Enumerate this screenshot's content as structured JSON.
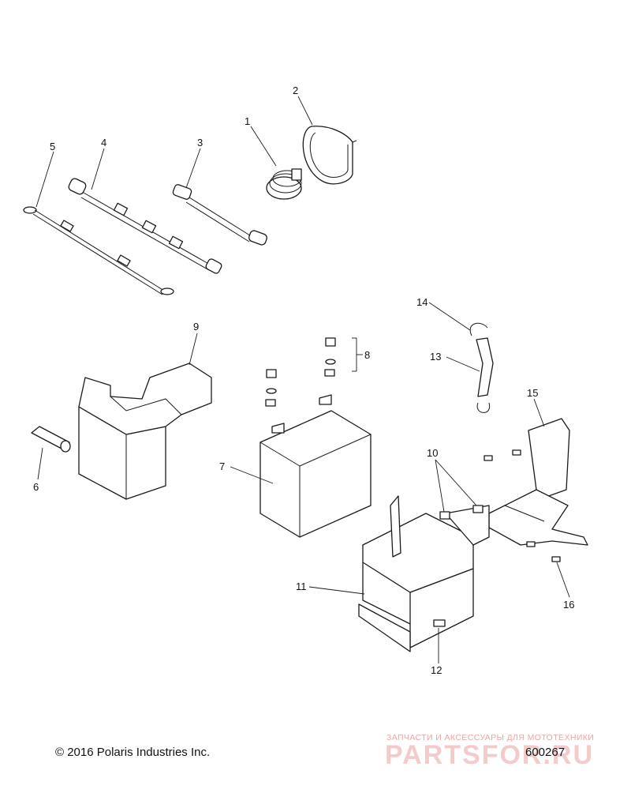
{
  "diagram": {
    "callouts": [
      {
        "id": "c1",
        "label": "1"
      },
      {
        "id": "c2",
        "label": "2"
      },
      {
        "id": "c3",
        "label": "3"
      },
      {
        "id": "c4",
        "label": "4"
      },
      {
        "id": "c5",
        "label": "5"
      },
      {
        "id": "c6",
        "label": "6"
      },
      {
        "id": "c7",
        "label": "7"
      },
      {
        "id": "c8",
        "label": "8"
      },
      {
        "id": "c9",
        "label": "9"
      },
      {
        "id": "c10",
        "label": "10"
      },
      {
        "id": "c11",
        "label": "11"
      },
      {
        "id": "c12",
        "label": "12"
      },
      {
        "id": "c13",
        "label": "13"
      },
      {
        "id": "c14",
        "label": "14"
      },
      {
        "id": "c15",
        "label": "15"
      },
      {
        "id": "c16",
        "label": "16"
      }
    ]
  },
  "footer": {
    "copyright": "© 2016 Polaris Industries Inc.",
    "figure_number": "600267"
  },
  "watermark": {
    "tagline": "ЗАПЧАСТИ И АКСЕССУАРЫ ДЛЯ МОТОТЕХНИКИ",
    "brand": "PARTSFOR.RU"
  }
}
